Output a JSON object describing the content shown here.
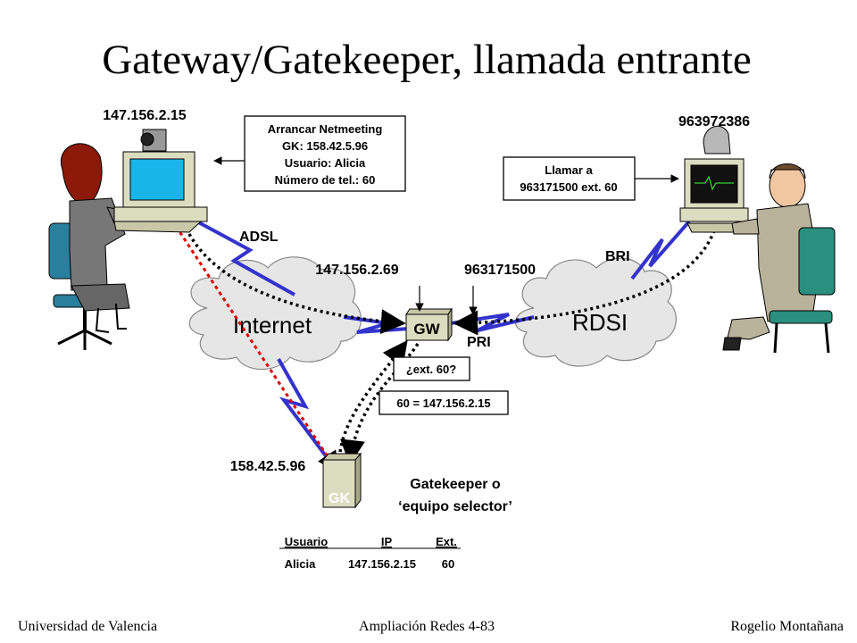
{
  "title": "Gateway/Gatekeeper, llamada entrante",
  "footer": {
    "left": "Universidad de Valencia",
    "center": "Ampliación Redes 4-83",
    "right": "Rogelio Montañana"
  },
  "nodes": {
    "pc_ip": "147.156.2.15",
    "phone_number": "963972386",
    "gw_ip": "147.156.2.69",
    "gw_number": "963171500",
    "gk_ip": "158.42.5.96",
    "gw_label": "GW",
    "gk_label": "GK"
  },
  "clouds": {
    "internet": "Internet",
    "rdsi": "RDSI"
  },
  "links": {
    "adsl": "ADSL",
    "bri": "BRI",
    "pri": "PRI"
  },
  "callouts": {
    "netmeeting": [
      "Arrancar Netmeeting",
      "GK: 158.42.5.96",
      "Usuario: Alicia",
      "Número de tel.: 60"
    ],
    "call": [
      "Llamar a",
      "963171500 ext. 60"
    ],
    "query": "¿ext. 60?",
    "answer": "60 = 147.156.2.15"
  },
  "gatekeeper_caption": [
    "Gatekeeper o",
    "‘equipo selector’"
  ],
  "gk_table": {
    "headers": [
      "Usuario",
      "IP",
      "Ext."
    ],
    "rows": [
      [
        "Alicia",
        "147.156.2.15",
        "60"
      ]
    ]
  },
  "colors": {
    "lightning": "#3333cc",
    "red_path": "#e00000",
    "cloud": "#e6e6e6",
    "box_beige": "#dcdcc0"
  }
}
